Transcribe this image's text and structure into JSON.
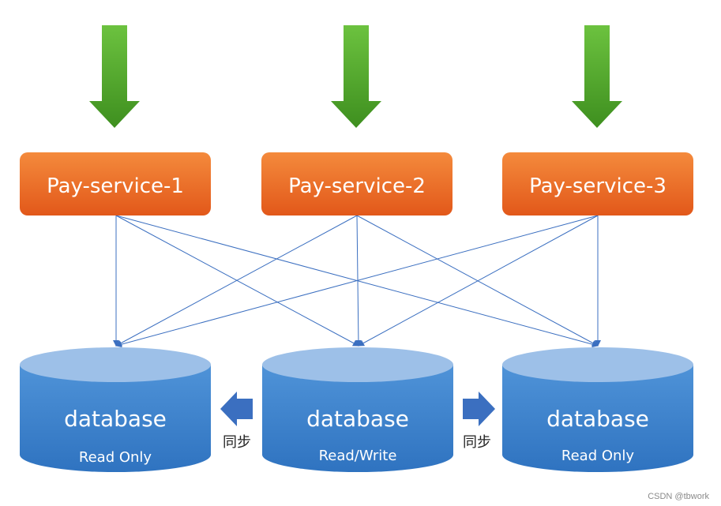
{
  "services": [
    {
      "label": "Pay-service-1"
    },
    {
      "label": "Pay-service-2"
    },
    {
      "label": "Pay-service-3"
    }
  ],
  "databases": [
    {
      "title": "database",
      "mode": "Read Only"
    },
    {
      "title": "database",
      "mode": "Read/Write"
    },
    {
      "title": "database",
      "mode": "Read Only"
    }
  ],
  "sync": [
    {
      "label": "同步"
    },
    {
      "label": "同步"
    }
  ],
  "watermark": "CSDN @tbwork",
  "colors": {
    "service_box": "#ee6b22",
    "db_body": "#3d84cf",
    "db_top": "#9dc0e8",
    "connector": "#3b6fc0",
    "input_arrow": "#4b9b2a",
    "sync_arrow": "#3b6fc0"
  }
}
